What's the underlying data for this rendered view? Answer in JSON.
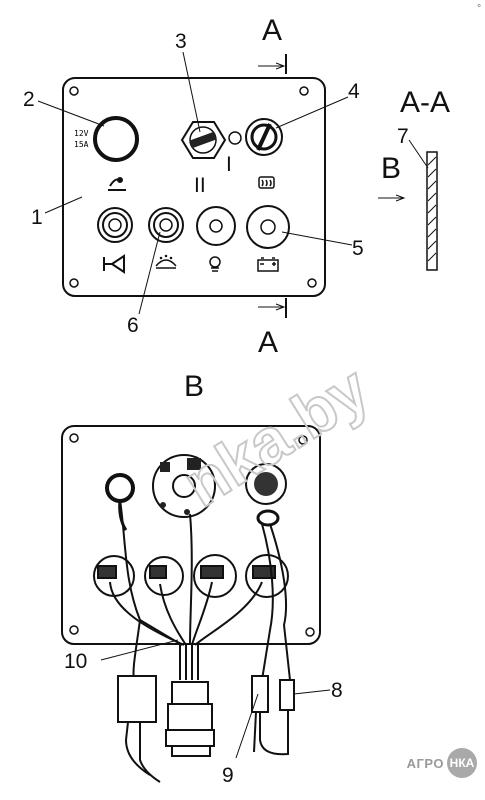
{
  "corner_mark": "◦",
  "section_marks": {
    "a_top": "A",
    "a_bottom": "A",
    "section": "A-A",
    "view_b_arrow": "B",
    "view_b_title": "B"
  },
  "callouts": [
    "1",
    "2",
    "3",
    "4",
    "5",
    "6",
    "7",
    "8",
    "9",
    "10"
  ],
  "fuse_rating": {
    "voltage": "12V",
    "current": "15A"
  },
  "switch_positions": {
    "pos_1": "I",
    "pos_2": "II"
  },
  "icons": [
    "wiper-icon",
    "rear-defrost-icon",
    "horn-icon",
    "washer-icon",
    "lamp-icon",
    "battery-icon"
  ],
  "watermark": "nka.by",
  "logo": {
    "text": "АГРО",
    "badge": "НКА"
  }
}
